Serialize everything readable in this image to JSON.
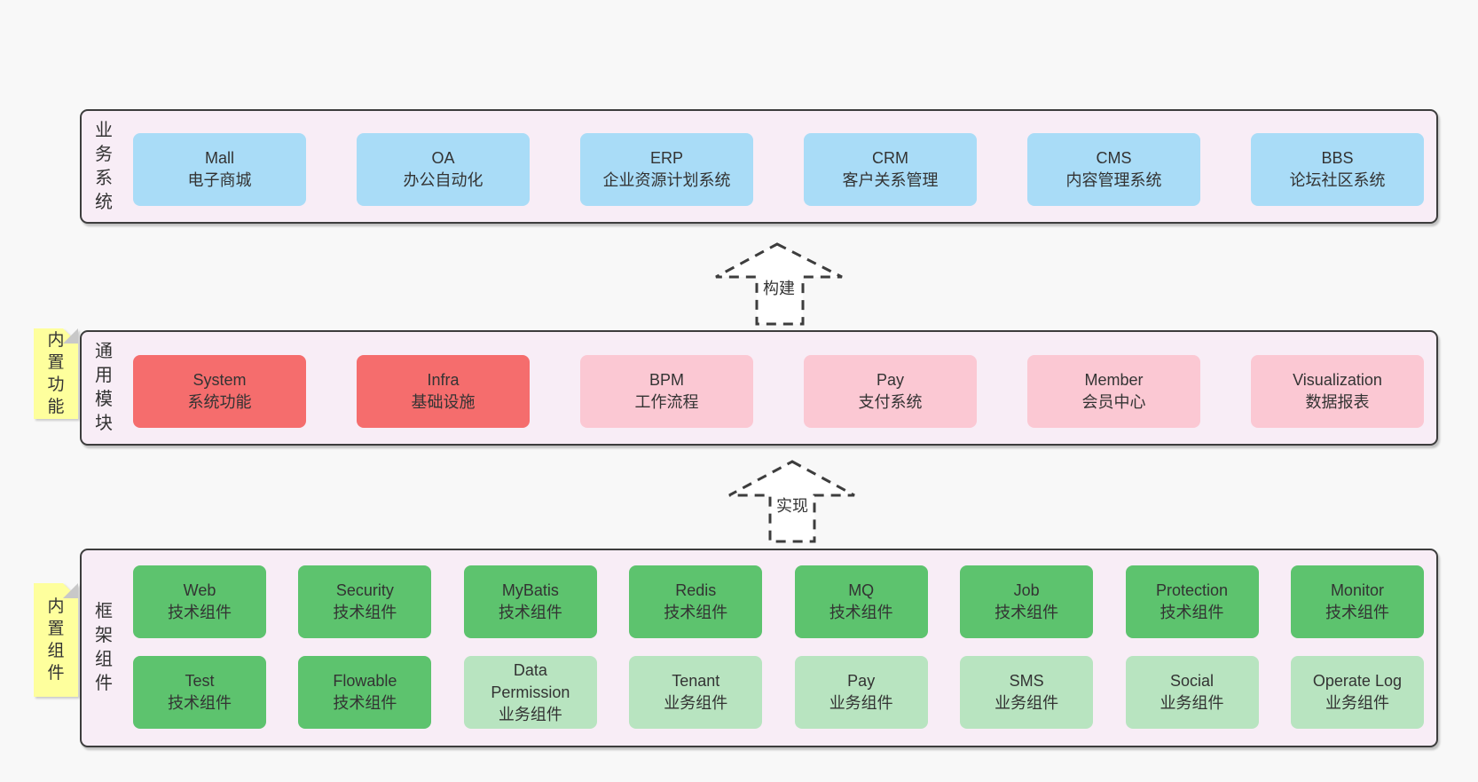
{
  "colors": {
    "page_bg": "#f8f8f8",
    "container_bg": "#f8edf6",
    "container_border": "#3d3d3d",
    "node_blue": "#a9dcf7",
    "node_red": "#f56d6d",
    "node_pink": "#fbc8d3",
    "node_green_dark": "#5dc36e",
    "node_green_light": "#b8e4c0",
    "note_yellow": "#feff9d",
    "text": "#333333"
  },
  "layer_business": {
    "label": "业务系统",
    "boxes": [
      {
        "name": "Mall",
        "desc": "电子商城"
      },
      {
        "name": "OA",
        "desc": "办公自动化"
      },
      {
        "name": "ERP",
        "desc": "企业资源计划系统"
      },
      {
        "name": "CRM",
        "desc": "客户关系管理"
      },
      {
        "name": "CMS",
        "desc": "内容管理系统"
      },
      {
        "name": "BBS",
        "desc": "论坛社区系统"
      }
    ]
  },
  "arrow_build": {
    "label": "构建"
  },
  "layer_modules": {
    "label": "通用模块",
    "note": "内置功能",
    "boxes": [
      {
        "name": "System",
        "desc": "系统功能",
        "variant": "red"
      },
      {
        "name": "Infra",
        "desc": "基础设施",
        "variant": "red"
      },
      {
        "name": "BPM",
        "desc": "工作流程",
        "variant": "pink"
      },
      {
        "name": "Pay",
        "desc": "支付系统",
        "variant": "pink"
      },
      {
        "name": "Member",
        "desc": "会员中心",
        "variant": "pink"
      },
      {
        "name": "Visualization",
        "desc": "数据报表",
        "variant": "pink"
      }
    ]
  },
  "arrow_implement": {
    "label": "实现"
  },
  "layer_components": {
    "label": "框架组件",
    "note": "内置组件",
    "row1": [
      {
        "name": "Web",
        "desc": "技术组件",
        "variant": "dark"
      },
      {
        "name": "Security",
        "desc": "技术组件",
        "variant": "dark"
      },
      {
        "name": "MyBatis",
        "desc": "技术组件",
        "variant": "dark"
      },
      {
        "name": "Redis",
        "desc": "技术组件",
        "variant": "dark"
      },
      {
        "name": "MQ",
        "desc": "技术组件",
        "variant": "dark"
      },
      {
        "name": "Job",
        "desc": "技术组件",
        "variant": "dark"
      },
      {
        "name": "Protection",
        "desc": "技术组件",
        "variant": "dark"
      },
      {
        "name": "Monitor",
        "desc": "技术组件",
        "variant": "dark"
      }
    ],
    "row2": [
      {
        "name": "Test",
        "desc": "技术组件",
        "variant": "dark"
      },
      {
        "name": "Flowable",
        "desc": "技术组件",
        "variant": "dark"
      },
      {
        "name": "Data Permission",
        "desc": "业务组件",
        "variant": "light"
      },
      {
        "name": "Tenant",
        "desc": "业务组件",
        "variant": "light"
      },
      {
        "name": "Pay",
        "desc": "业务组件",
        "variant": "light"
      },
      {
        "name": "SMS",
        "desc": "业务组件",
        "variant": "light"
      },
      {
        "name": "Social",
        "desc": "业务组件",
        "variant": "light"
      },
      {
        "name": "Operate Log",
        "desc": "业务组件",
        "variant": "light"
      }
    ]
  }
}
